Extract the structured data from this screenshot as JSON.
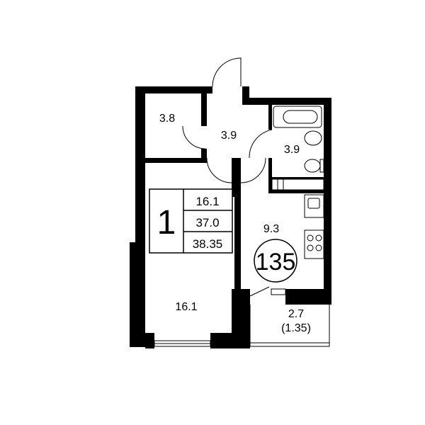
{
  "rooms": {
    "storage": "3.8",
    "hall": "3.9",
    "bathroom": "3.9",
    "kitchen": "9.3",
    "living": "16.1",
    "balcony_area": "2.7",
    "balcony_reduced": "(1.35)"
  },
  "summary": {
    "room_count": "1",
    "living_area": "16.1",
    "total_area": "37.0",
    "total_with_balcony": "38.35"
  },
  "apartment_number": "135",
  "colors": {
    "wall": "#000000",
    "background": "#ffffff"
  }
}
